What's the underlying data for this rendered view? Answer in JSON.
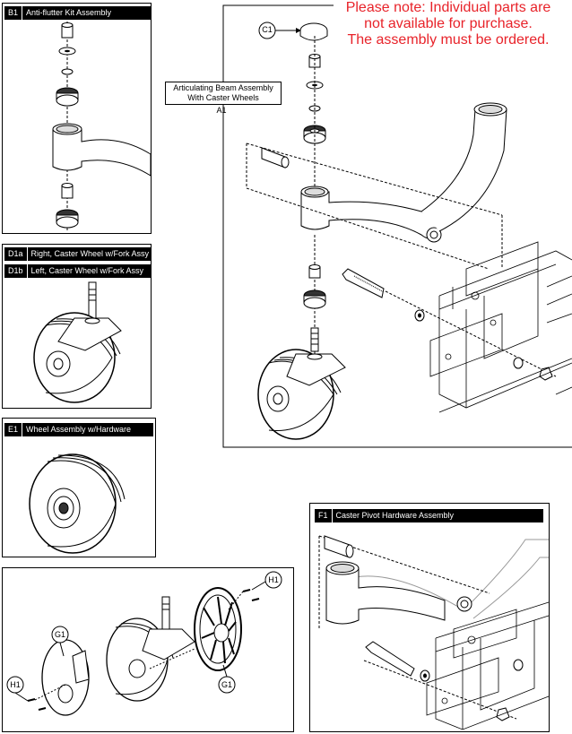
{
  "note": {
    "line1": "Please note: Individual parts are",
    "line2": "not available for purchase.",
    "line3": "The assembly must be ordered.",
    "color": "#e8232a"
  },
  "panels": {
    "b1": {
      "code": "B1",
      "title": "Anti-flutter Kit Assembly"
    },
    "d1a": {
      "code": "D1a",
      "title": "Right, Caster Wheel w/Fork Assy"
    },
    "d1b": {
      "code": "D1b",
      "title": "Left, Caster Wheel w/Fork Assy"
    },
    "e1": {
      "code": "E1",
      "title": "Wheel Assembly w/Hardware"
    },
    "f1": {
      "code": "F1",
      "title": "Caster Pivot Hardware Assembly"
    }
  },
  "main": {
    "beam_line1": "Articulating Beam Assembly",
    "beam_line2": "With Caster Wheels",
    "beam_code": "A1",
    "c1": "C1"
  },
  "g_panel": {
    "g1_top": "G1",
    "g1_right": "G1",
    "h1_left": "H1",
    "h1_right": "H1"
  }
}
